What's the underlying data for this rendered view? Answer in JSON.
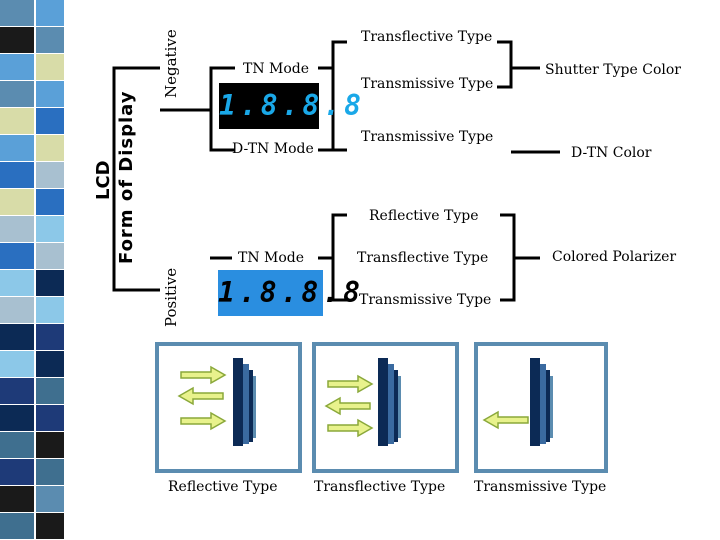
{
  "vertical_labels": {
    "lcd_title": "LCD",
    "lcd_subtitle": "Form of Display",
    "negative": "Negative",
    "positive": "Positive"
  },
  "negative_section": {
    "tn_mode": "TN Mode",
    "dtn_mode": "D-TN Mode",
    "lcd_digits": "1.8.8.8",
    "types": [
      "Transflective Type",
      "Transmissive Type",
      "Transmissive Type"
    ],
    "shutter_color": "Shutter Type Color",
    "dtn_color": "D-TN Color"
  },
  "positive_section": {
    "tn_mode": "TN Mode",
    "lcd_digits": "1.8.8.8",
    "types": [
      "Reflective Type",
      "Transflective Type",
      "Transmissive Type"
    ],
    "colored_polarizer": "Colored Polarizer"
  },
  "illustrations": [
    {
      "caption": "Reflective Type"
    },
    {
      "caption": "Transflective Type"
    },
    {
      "caption": "Transmissive Type"
    }
  ],
  "colors": {
    "frame": "#5b8cb0",
    "arrow_fill": "#e8f28c",
    "arrow_stroke": "#8aa83a",
    "negative_lcd_bg": "#000000",
    "negative_lcd_fg": "#1aa8e8",
    "positive_lcd_bg": "#2a8ee0",
    "positive_lcd_fg": "#000000",
    "panel_dark": "#0c2a55"
  }
}
